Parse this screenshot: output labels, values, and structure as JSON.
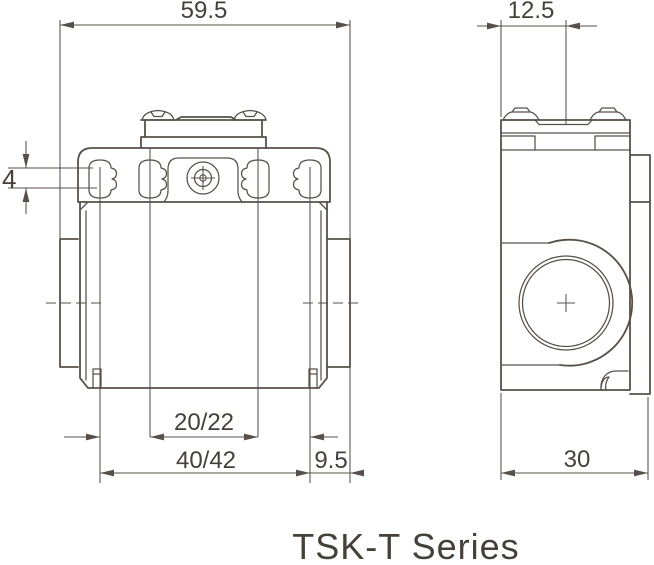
{
  "title": "TSK-T Series",
  "colors": {
    "line": "#57504a",
    "text": "#46403a",
    "background": "#ffffff"
  },
  "front_view": {
    "description": "front elevation of limit switch with four mounting slots",
    "dims": {
      "overall_width": "59.5",
      "hole_width": "4",
      "inner_hole_spacing": "20/22",
      "outer_hole_spacing": "40/42",
      "side_offset": "9.5"
    }
  },
  "side_view": {
    "description": "side elevation of limit switch with plunger boss",
    "dims": {
      "plunger_offset": "12.5",
      "body_depth": "30"
    }
  }
}
